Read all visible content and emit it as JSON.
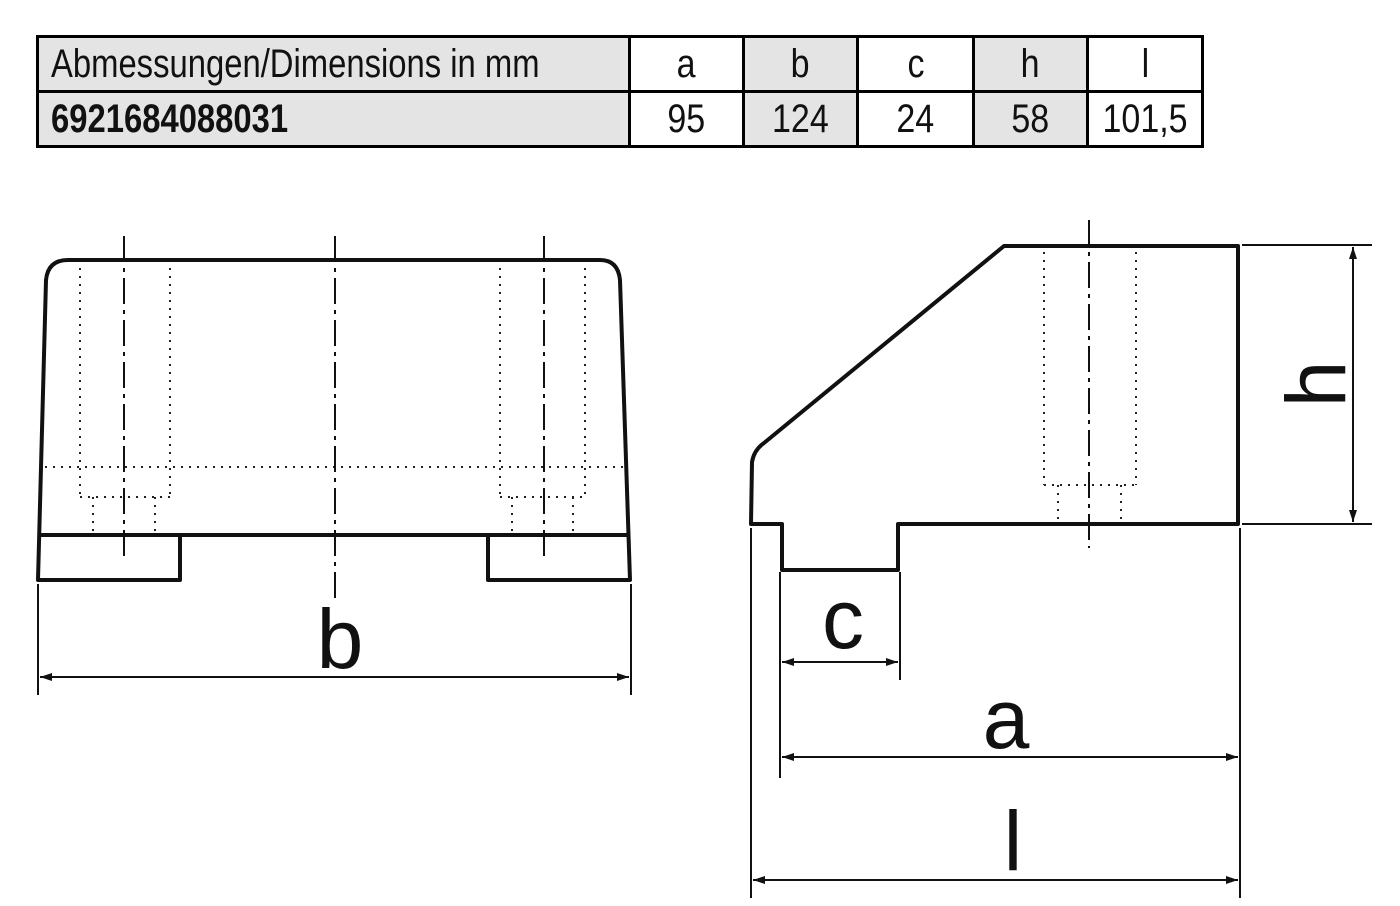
{
  "table": {
    "header_label": "Abmessungen/Dimensions in mm",
    "columns": [
      "a",
      "b",
      "c",
      "h",
      "l"
    ],
    "article_number": "6921684088031",
    "values": [
      "95",
      "124",
      "24",
      "58",
      "101,5"
    ]
  },
  "drawing": {
    "labels": {
      "b": "b",
      "c": "c",
      "a": "a",
      "l": "l",
      "h": "h"
    }
  }
}
